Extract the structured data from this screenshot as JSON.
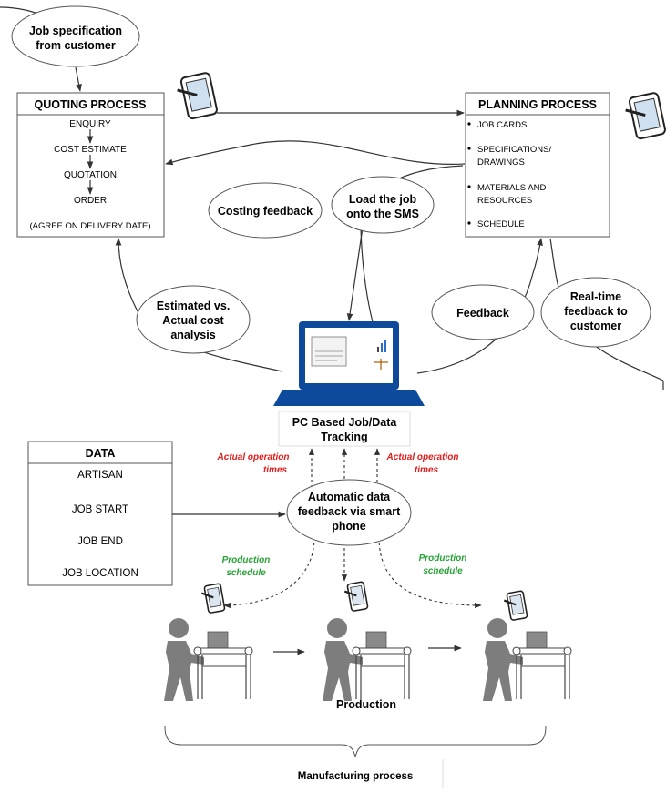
{
  "job_spec": [
    "Job specification",
    "from customer"
  ],
  "quoting": {
    "title": "QUOTING PROCESS",
    "steps": [
      "ENQUIRY",
      "COST ESTIMATE",
      "QUOTATION",
      "ORDER"
    ],
    "note": "(AGREE ON DELIVERY DATE)"
  },
  "planning": {
    "title": "PLANNING PROCESS",
    "items": [
      "JOB CARDS",
      "SPECIFICATIONS/",
      "DRAWINGS",
      "MATERIALS AND",
      "RESOURCES",
      "SCHEDULE"
    ]
  },
  "bubbles": {
    "costing": "Costing feedback",
    "load": [
      "Load the job",
      "onto the SMS"
    ],
    "estimated": [
      "Estimated vs.",
      "Actual cost",
      "analysis"
    ],
    "feedback": "Feedback",
    "realtime": [
      "Real-time",
      "feedback to",
      "customer"
    ],
    "auto": [
      "Automatic data",
      "feedback via smart",
      "phone"
    ]
  },
  "pc_label": [
    "PC Based Job/Data",
    "Tracking"
  ],
  "data_box": {
    "title": "DATA",
    "items": [
      "ARTISAN",
      "JOB START",
      "JOB END",
      "JOB LOCATION"
    ]
  },
  "labels": {
    "actual_op": [
      "Actual operation",
      "times"
    ],
    "prod_schedule": [
      "Production",
      "schedule"
    ],
    "production": "Production",
    "manufacturing": "Manufacturing process"
  },
  "colors": {
    "laptop": "#0d4a9c",
    "red": "#e41b1b",
    "green": "#27a337",
    "person": "#7d7d7d"
  }
}
